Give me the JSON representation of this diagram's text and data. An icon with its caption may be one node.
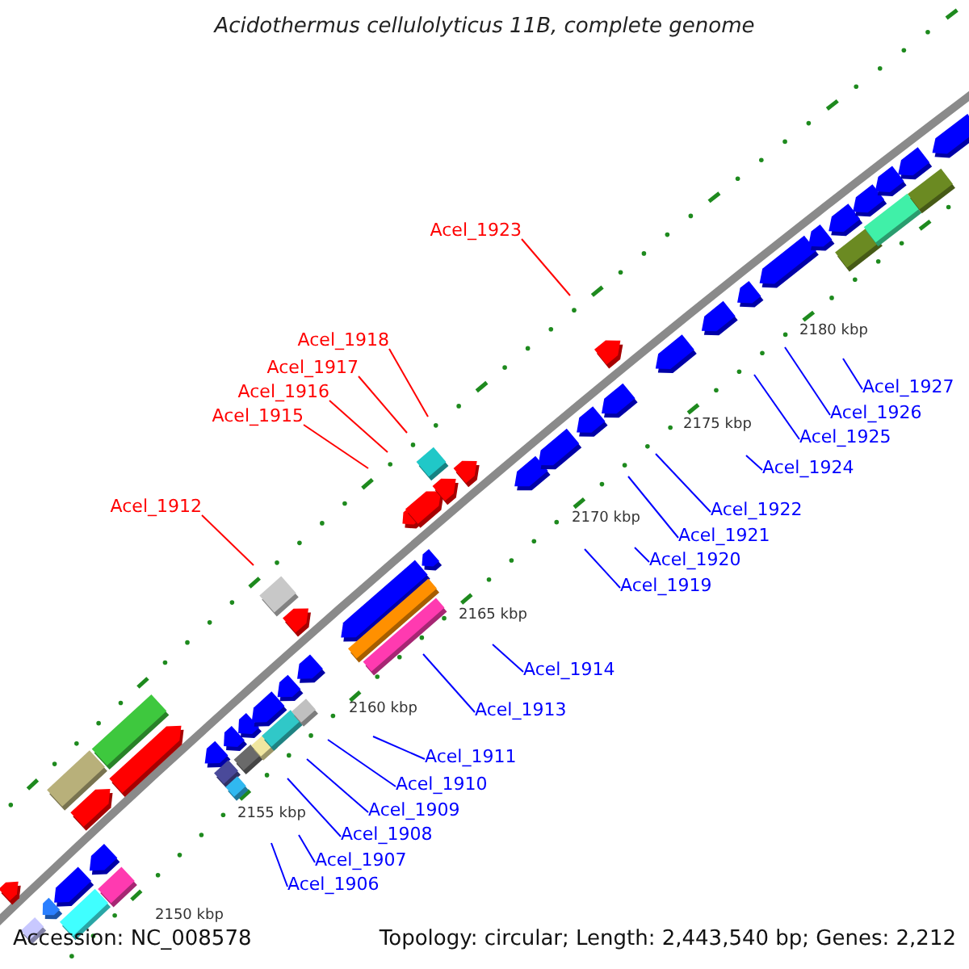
{
  "diagram": {
    "title": "Acidothermus cellulolyticus 11B, complete genome",
    "nodes": [
      {
        "text": [
          "Acel_1923"
        ]
      },
      {
        "text": [
          "Acel_1918"
        ]
      },
      {
        "text": [
          "Acel_1917"
        ]
      },
      {
        "text": [
          "Acel_1916"
        ]
      },
      {
        "text": [
          "Acel_1915"
        ]
      },
      {
        "text": [
          "Acel_1927"
        ]
      },
      {
        "text": [
          "Acel_1926"
        ]
      },
      {
        "text": [
          "Acel_1925"
        ]
      },
      {
        "text": [
          "Acel_1924"
        ]
      },
      {
        "text": [
          "Acel_1912"
        ]
      },
      {
        "text": [
          "Acel_1922"
        ]
      },
      {
        "text": [
          "Acel_1921"
        ]
      },
      {
        "text": [
          "Acel_1920"
        ]
      },
      {
        "text": [
          "Acel_1919"
        ]
      },
      {
        "text": [
          "Acel_1914"
        ]
      },
      {
        "text": [
          "Acel_1913"
        ]
      },
      {
        "text": [
          "Acel_1911"
        ]
      },
      {
        "text": [
          "Acel_1910"
        ]
      },
      {
        "text": [
          "Acel_1909"
        ]
      },
      {
        "text": [
          "Acel_1908"
        ]
      },
      {
        "text": [
          "Acel_1907"
        ]
      },
      {
        "text": [
          "Acel_1906"
        ]
      }
    ],
    "edges": [
      {
        "from": 0,
        "to": null,
        "arrow": "none",
        "color": "#ff0000"
      },
      {
        "from": 1,
        "to": null,
        "arrow": "none",
        "color": "#ff0000"
      },
      {
        "from": 2,
        "to": null,
        "arrow": "none",
        "color": "#ff0000"
      },
      {
        "from": 3,
        "to": null,
        "arrow": "none",
        "color": "#ff0000"
      },
      {
        "from": 4,
        "to": null,
        "arrow": "none",
        "color": "#ff0000"
      },
      {
        "from": 5,
        "to": null,
        "arrow": "none"
      },
      {
        "from": 6,
        "to": null,
        "arrow": "none"
      },
      {
        "from": 7,
        "to": null,
        "arrow": "none"
      },
      {
        "from": 8,
        "to": null,
        "arrow": "none"
      },
      {
        "from": 9,
        "to": null,
        "arrow": "none",
        "color": "#ff0000"
      },
      {
        "from": 10,
        "to": null,
        "arrow": "none"
      },
      {
        "from": 11,
        "to": null,
        "arrow": "none"
      },
      {
        "from": 12,
        "to": null,
        "arrow": "none"
      },
      {
        "from": 13,
        "to": null,
        "arrow": "none"
      },
      {
        "from": 14,
        "to": null,
        "arrow": "none"
      },
      {
        "from": 15,
        "to": null,
        "arrow": "none"
      },
      {
        "from": 16,
        "to": null,
        "arrow": "none"
      },
      {
        "from": 17,
        "to": null,
        "arrow": "none"
      },
      {
        "from": 18,
        "to": null,
        "arrow": "none"
      },
      {
        "from": 19,
        "to": null,
        "arrow": "none"
      },
      {
        "from": 20,
        "to": null,
        "arrow": "none"
      },
      {
        "from": 21,
        "to": null,
        "arrow": "none"
      }
    ],
    "labels": [
      "2180 kbp",
      "2175 kbp",
      "2170 kbp",
      "2165 kbp",
      "2160 kbp",
      "2155 kbp",
      "2150 kbp",
      "Accession: NC_008578",
      "Topology: circular; Length: 2,443,540 bp; Genes: 2,212"
    ]
  }
}
